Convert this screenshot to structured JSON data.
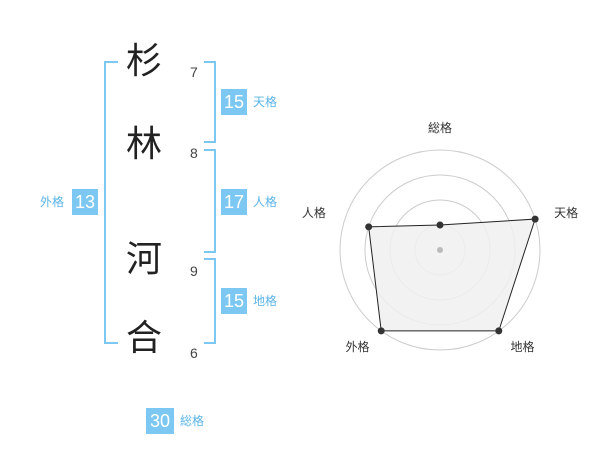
{
  "name": {
    "characters": [
      {
        "char": "杉",
        "strokes": "7"
      },
      {
        "char": "林",
        "strokes": "8"
      },
      {
        "char": "河",
        "strokes": "9"
      },
      {
        "char": "合",
        "strokes": "6"
      }
    ]
  },
  "fortune": {
    "tenkaku": {
      "value": "15",
      "label": "天格"
    },
    "jinkaku": {
      "value": "17",
      "label": "人格"
    },
    "chikaku": {
      "value": "15",
      "label": "地格"
    },
    "gaikaku": {
      "value": "13",
      "label": "外格"
    },
    "soukaku": {
      "value": "30",
      "label": "総格"
    }
  },
  "colors": {
    "accent": "#7cc8f2",
    "accent_text": "#5ab4e8",
    "polygon_fill": "#f0f0f0",
    "polygon_stroke": "#222222",
    "rings": "#cccccc"
  },
  "chart_data": {
    "type": "radar",
    "axes": [
      "総格",
      "天格",
      "地格",
      "外格",
      "人格"
    ],
    "values": [
      1,
      4,
      4,
      4,
      3
    ],
    "max": 4
  }
}
